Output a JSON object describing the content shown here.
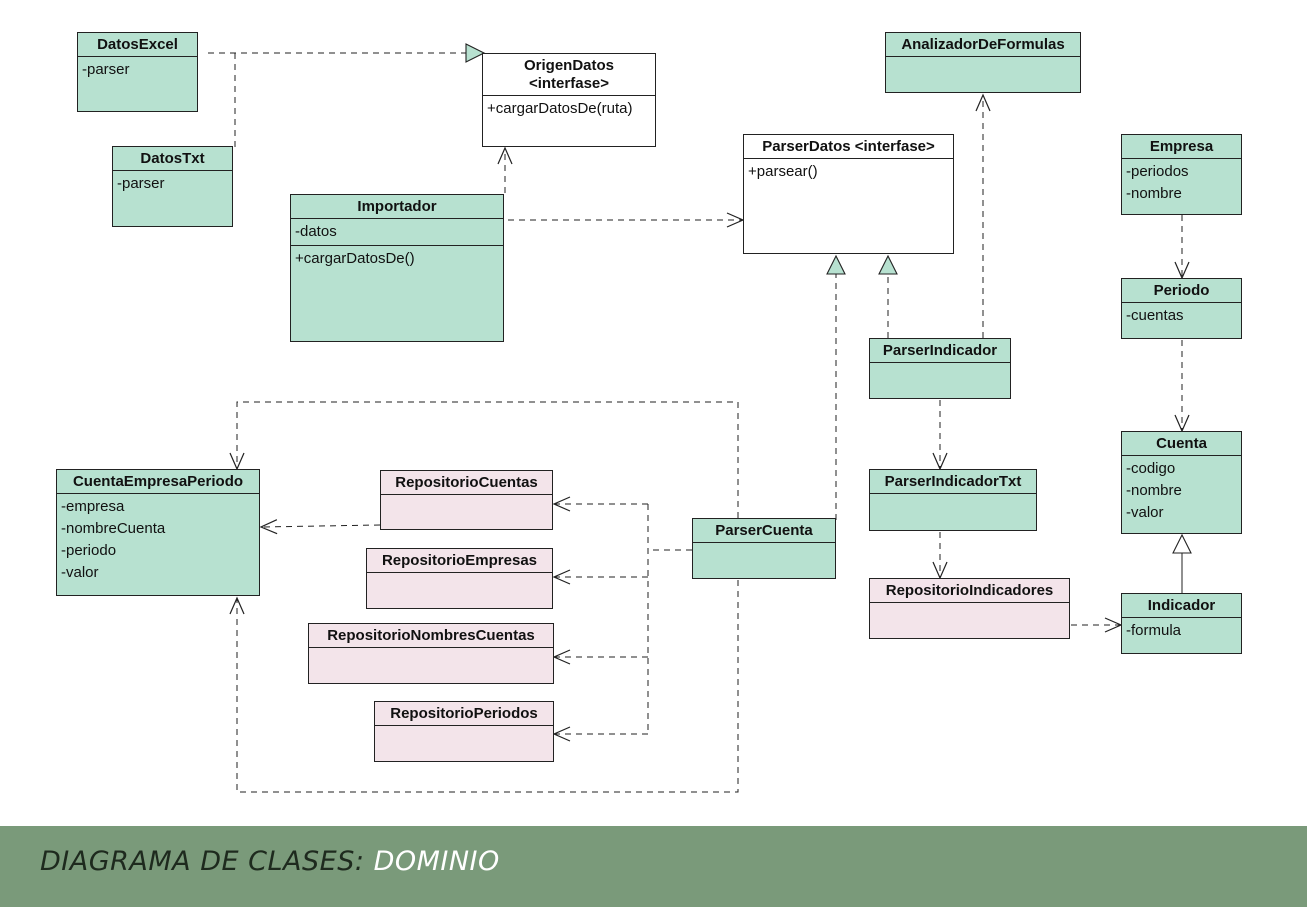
{
  "footer": {
    "title_dark": "DIAGRAMA DE CLASES:",
    "title_light": "DOMINIO"
  },
  "colors": {
    "class_fill": "#b7e1d0",
    "interface_fill": "#ffffff",
    "repository_fill": "#f3e4ea",
    "footer_band": "#7a9a7a",
    "line": "#222222"
  },
  "classes": {
    "datos_excel": {
      "name": "DatosExcel",
      "attrs": [
        "-parser"
      ]
    },
    "datos_txt": {
      "name": "DatosTxt",
      "attrs": [
        "-parser"
      ]
    },
    "origen_datos": {
      "name": "OrigenDatos",
      "stereotype": "<interfase>",
      "methods": [
        "+cargarDatosDe(ruta)"
      ]
    },
    "importador": {
      "name": "Importador",
      "attrs": [
        "-datos"
      ],
      "methods": [
        "+cargarDatosDe()"
      ]
    },
    "parser_datos": {
      "name": "ParserDatos <interfase>",
      "methods": [
        "+parsear()"
      ]
    },
    "analizador": {
      "name": "AnalizadorDeFormulas"
    },
    "empresa": {
      "name": "Empresa",
      "attrs": [
        "-periodos",
        "-nombre"
      ]
    },
    "periodo": {
      "name": "Periodo",
      "attrs": [
        "-cuentas"
      ]
    },
    "cuenta": {
      "name": "Cuenta",
      "attrs": [
        "-codigo",
        "-nombre",
        "-valor"
      ]
    },
    "indicador": {
      "name": "Indicador",
      "attrs": [
        "-formula"
      ]
    },
    "parser_indicador": {
      "name": "ParserIndicador"
    },
    "parser_indicador_txt": {
      "name": "ParserIndicadorTxt"
    },
    "repo_indicadores": {
      "name": "RepositorioIndicadores"
    },
    "parser_cuenta": {
      "name": "ParserCuenta"
    },
    "cuenta_empresa_periodo": {
      "name": "CuentaEmpresaPeriodo",
      "attrs": [
        "-empresa",
        "-nombreCuenta",
        "-periodo",
        "-valor"
      ]
    },
    "repo_cuentas": {
      "name": "RepositorioCuentas"
    },
    "repo_empresas": {
      "name": "RepositorioEmpresas"
    },
    "repo_nombres_cuentas": {
      "name": "RepositorioNombresCuentas"
    },
    "repo_periodos": {
      "name": "RepositorioPeriodos"
    }
  }
}
